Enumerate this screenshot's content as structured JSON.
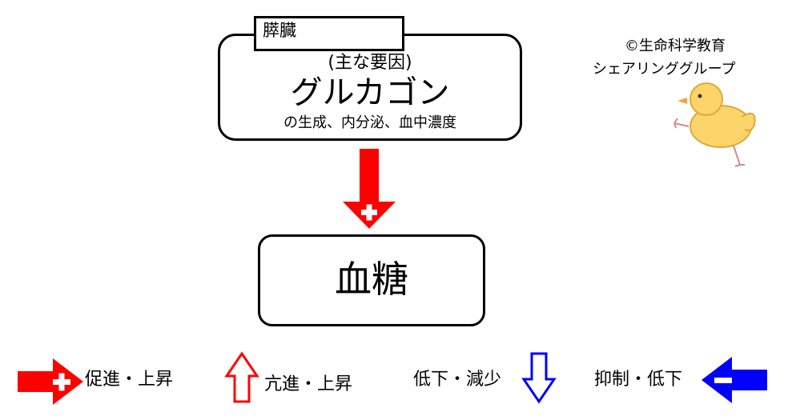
{
  "source_box": {
    "tab_label": "膵臓",
    "subtitle": "(主な要因)",
    "title": "グルカゴン",
    "caption": "の生成、内分泌、血中濃度"
  },
  "connector": {
    "sign": "+"
  },
  "target_box": {
    "title": "血糖"
  },
  "credit": {
    "line1": "©生命科学教育",
    "line2": "シェアリンググループ"
  },
  "legend": [
    {
      "label": "促進・上昇",
      "icon": "red-filled-plus-arrow-icon",
      "color": "#ff0000",
      "sign": "+"
    },
    {
      "label": "亢進・上昇",
      "icon": "red-outline-up-arrow-icon",
      "color": "#ff0000"
    },
    {
      "label": "低下・減少",
      "icon": "blue-outline-down-arrow-icon",
      "color": "#0000ff"
    },
    {
      "label": "抑制・低下",
      "icon": "blue-filled-minus-arrow-icon",
      "color": "#0000ff",
      "sign": "−"
    }
  ],
  "colors": {
    "promote": "#ff0000",
    "inhibit": "#0000ff"
  }
}
